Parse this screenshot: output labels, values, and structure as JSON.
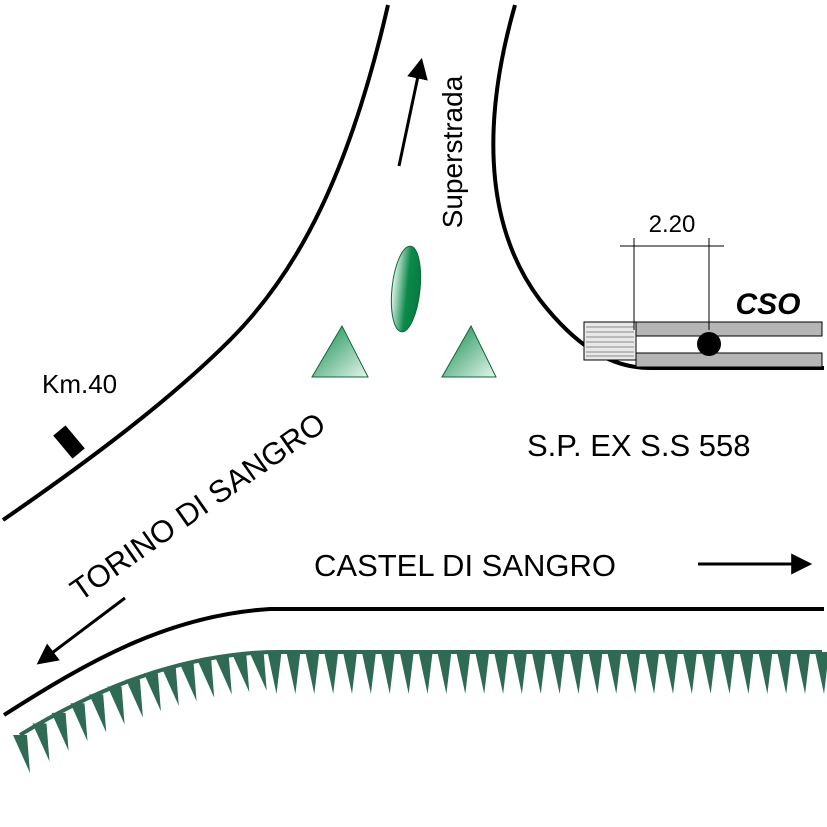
{
  "labels": {
    "superstrada": "Superstrada",
    "dimension": "2.20",
    "cso": "CSO",
    "km": "Km.40",
    "road_number": "S.P. EX S.S 558",
    "torino": "TORINO DI SANGRO",
    "castel": "CASTEL DI SANGRO"
  },
  "colors": {
    "line": "#000000",
    "green_dark": "#0a8a4a",
    "green_light": "#e6f5ec",
    "vegetation": "#2f6a55",
    "pipe_gray": "#b5b5b5"
  }
}
